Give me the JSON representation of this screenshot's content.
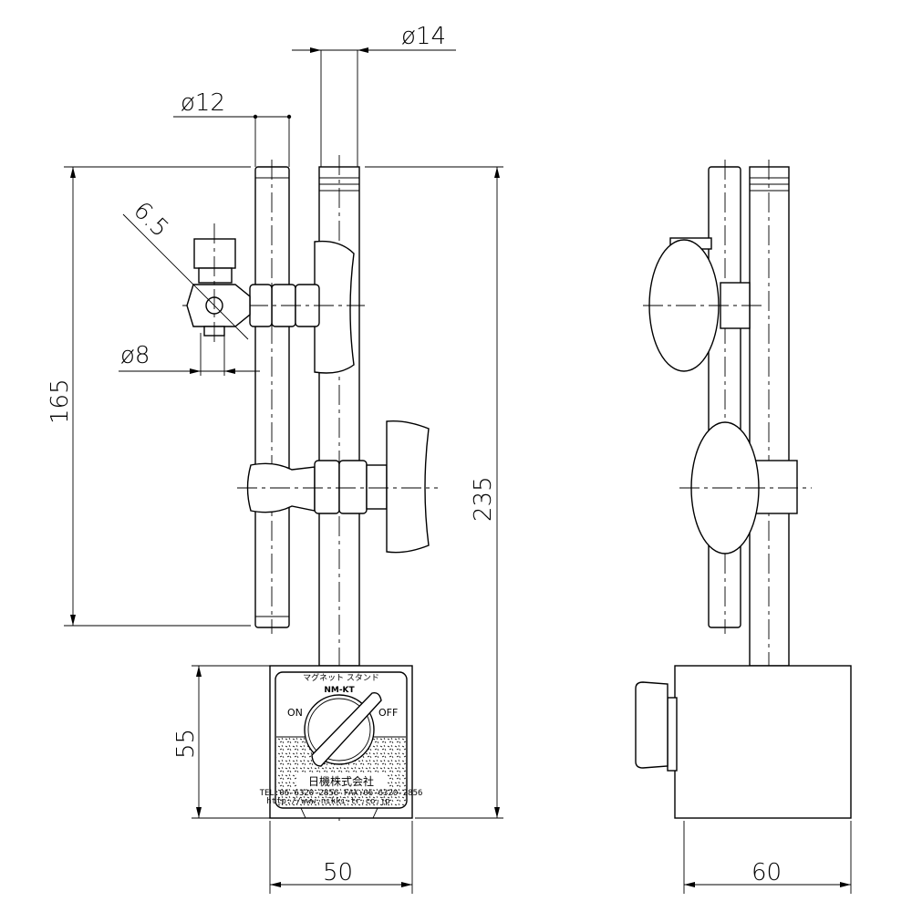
{
  "dimensions": {
    "rod_main_diameter": "ø14",
    "rod_side_diameter": "ø12",
    "clamp_hole": "ø8",
    "angle_clamp": "6.5",
    "side_rod_height": "165",
    "total_height": "235",
    "base_height": "55",
    "base_width": "50",
    "base_depth": "60"
  },
  "label_plate": {
    "title": "マグネット スタンド",
    "model": "NM-KT",
    "on": "ON",
    "off": "OFF",
    "company": "日機株式会社",
    "contact": "TEL:06-6320-2856  FAX:06-6320-2856",
    "url": "http://www.nikki-tr.co.jp"
  }
}
